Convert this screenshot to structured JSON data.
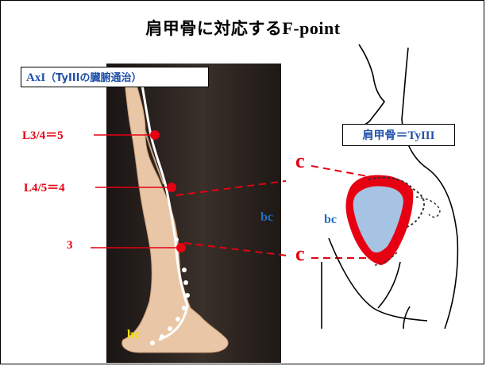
{
  "title": {
    "jp": "肩甲骨に対応する",
    "latin": "F-point"
  },
  "axi_box": {
    "latin": "AxI",
    "jp": "（TyIIIの臓腑通治）"
  },
  "scapula_box": {
    "jp": "肩甲骨",
    "rest": "＝TyIII"
  },
  "leg_labels": {
    "l34": "L3/4＝5",
    "l45": "L4/5＝4",
    "p3": "3"
  },
  "c_labels": {
    "upper": "c",
    "lower": "c"
  },
  "bc_labels": {
    "middle": "bc",
    "scapula": "bc",
    "foot": "bc"
  },
  "colors": {
    "red": "#e60012",
    "blue": "#1f6fbf",
    "scapula_fill": "#a7c3e3",
    "skin": "#e9c7a6",
    "yellow": "#f5e000"
  }
}
